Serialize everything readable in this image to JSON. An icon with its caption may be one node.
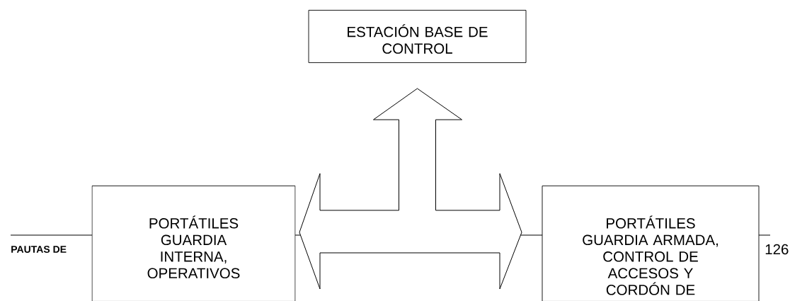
{
  "diagram": {
    "nodes": [
      {
        "text": [
          "ESTACIÓN BASE DE CONTROL"
        ]
      },
      {
        "text": [
          "PORTÁTILES GUARDIA INTERNA, OPERATIVOS"
        ]
      },
      {
        "text": [
          "PORTÁTILES GUARDIA ARMADA, CONTROL DE ACCESOS Y CORDÓN DE"
        ]
      }
    ],
    "edges": [
      {
        "from": 0,
        "to": 1,
        "arrow": "both"
      },
      {
        "from": 0,
        "to": 2,
        "arrow": "both"
      }
    ],
    "labels": [
      "PAUTAS DE",
      "126"
    ]
  }
}
